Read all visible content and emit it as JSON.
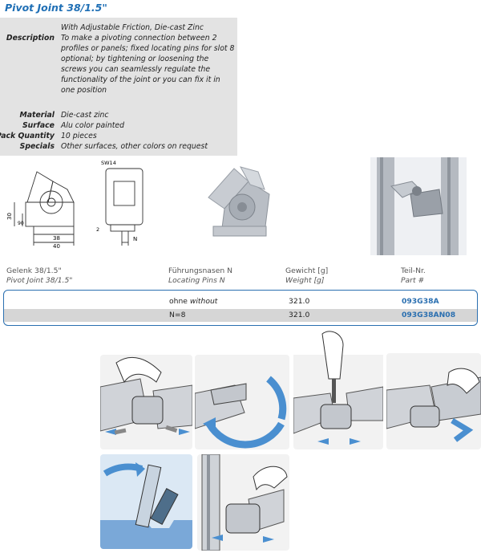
{
  "title": "Pivot Joint 38/1.5\"",
  "spec": {
    "subtitle": "With Adjustable Friction, Die-cast Zinc",
    "rows": [
      {
        "label": "Description",
        "value": "To make a pivoting connection between 2 profiles or panels; fixed locating pins for slot 8 optional; by tightening or loosening the screws you can seamlessly regulate the functionality of the joint or you can fix it in one position"
      },
      {
        "label": "Material",
        "value": "Die-cast zinc"
      },
      {
        "label": "Surface",
        "value": "Alu color painted"
      },
      {
        "label": "Pack Quantity",
        "value": "10 pieces"
      },
      {
        "label": "Specials",
        "value": "Other surfaces, other colors on request"
      }
    ]
  },
  "drawing_labels": {
    "dim_30": "30",
    "dim_90": "90",
    "dim_38": "38",
    "dim_40": "40",
    "sw": "SW14",
    "dim_2": "2",
    "n": "N"
  },
  "table": {
    "headers": [
      {
        "de": "Gelenk 38/1.5\"",
        "en": "Pivot Joint 38/1.5\""
      },
      {
        "de": "Führungsnasen N",
        "en": "Locating Pins N"
      },
      {
        "de": "Gewicht [g]",
        "en": "Weight [g]"
      },
      {
        "de": "Teil-Nr.",
        "en": "Part #"
      }
    ],
    "rows": [
      {
        "pins_de": "ohne",
        "pins_en": "without",
        "weight": "321.0",
        "part": "093G38A"
      },
      {
        "pins": "N=8",
        "weight": "321.0",
        "part": "093G38AN08"
      }
    ]
  },
  "colors": {
    "accent": "#1f6fb5",
    "spec_bg": "#e3e3e3",
    "row_alt": "#d6d6d6",
    "arrow": "#4a8fd0"
  }
}
